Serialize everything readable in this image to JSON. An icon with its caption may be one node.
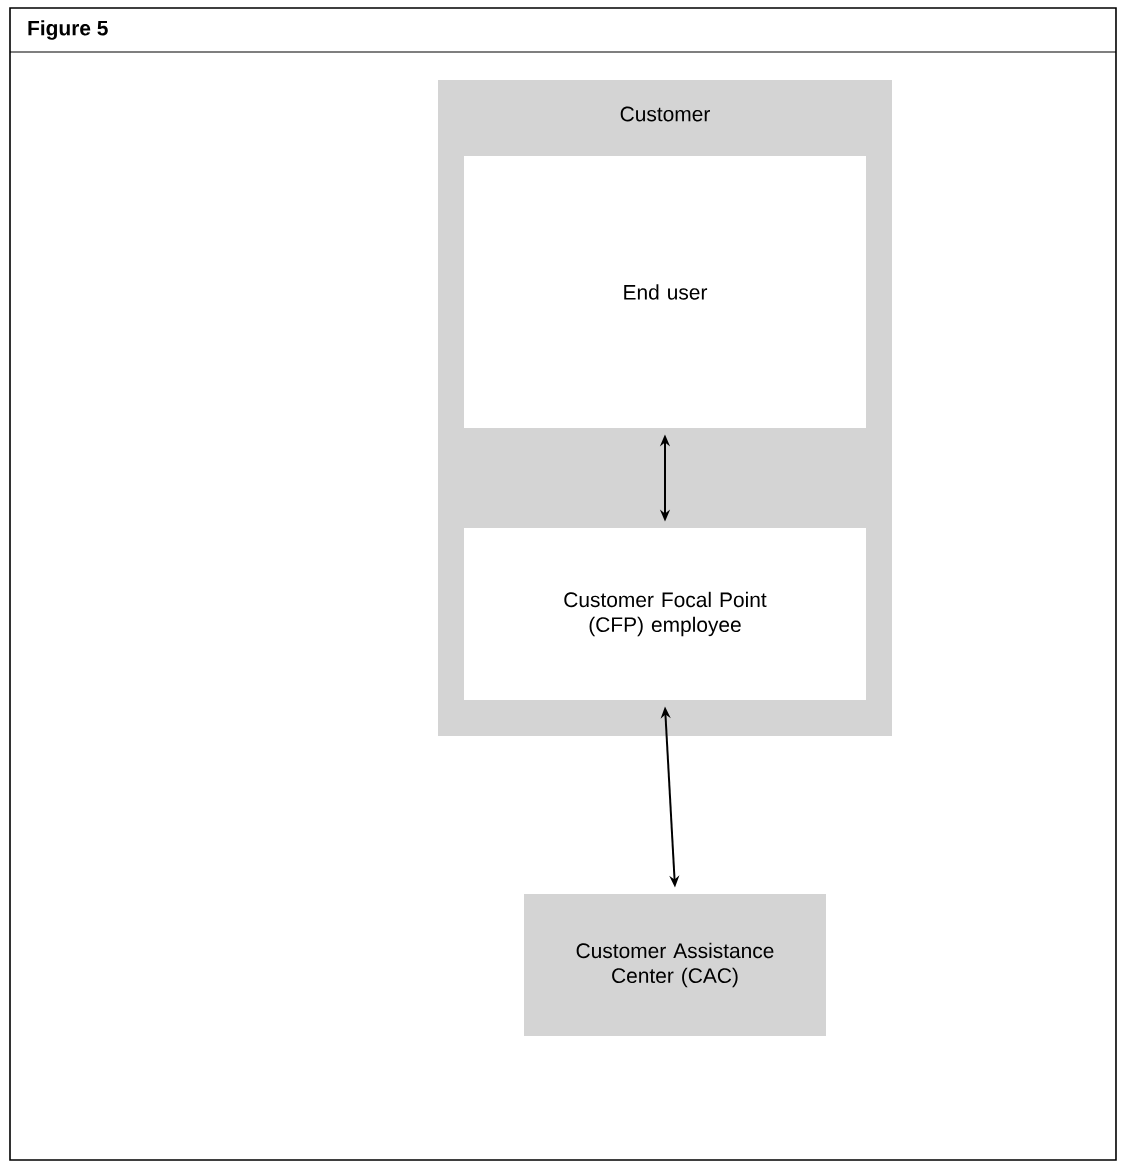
{
  "diagram": {
    "title": "Figure 5",
    "nodes": [
      {
        "text": [
          "Customer"
        ]
      },
      {
        "text": [
          "End user"
        ],
        "in": 0
      },
      {
        "text": [
          "Customer Focal Point (CFP) employee"
        ],
        "in": 0
      },
      {
        "text": [
          "Customer Assistance Center (CAC)"
        ]
      }
    ],
    "edges": [
      {
        "from": 1,
        "to": 2,
        "arrow": "both"
      },
      {
        "from": 2,
        "to": 3,
        "arrow": "both"
      }
    ]
  }
}
